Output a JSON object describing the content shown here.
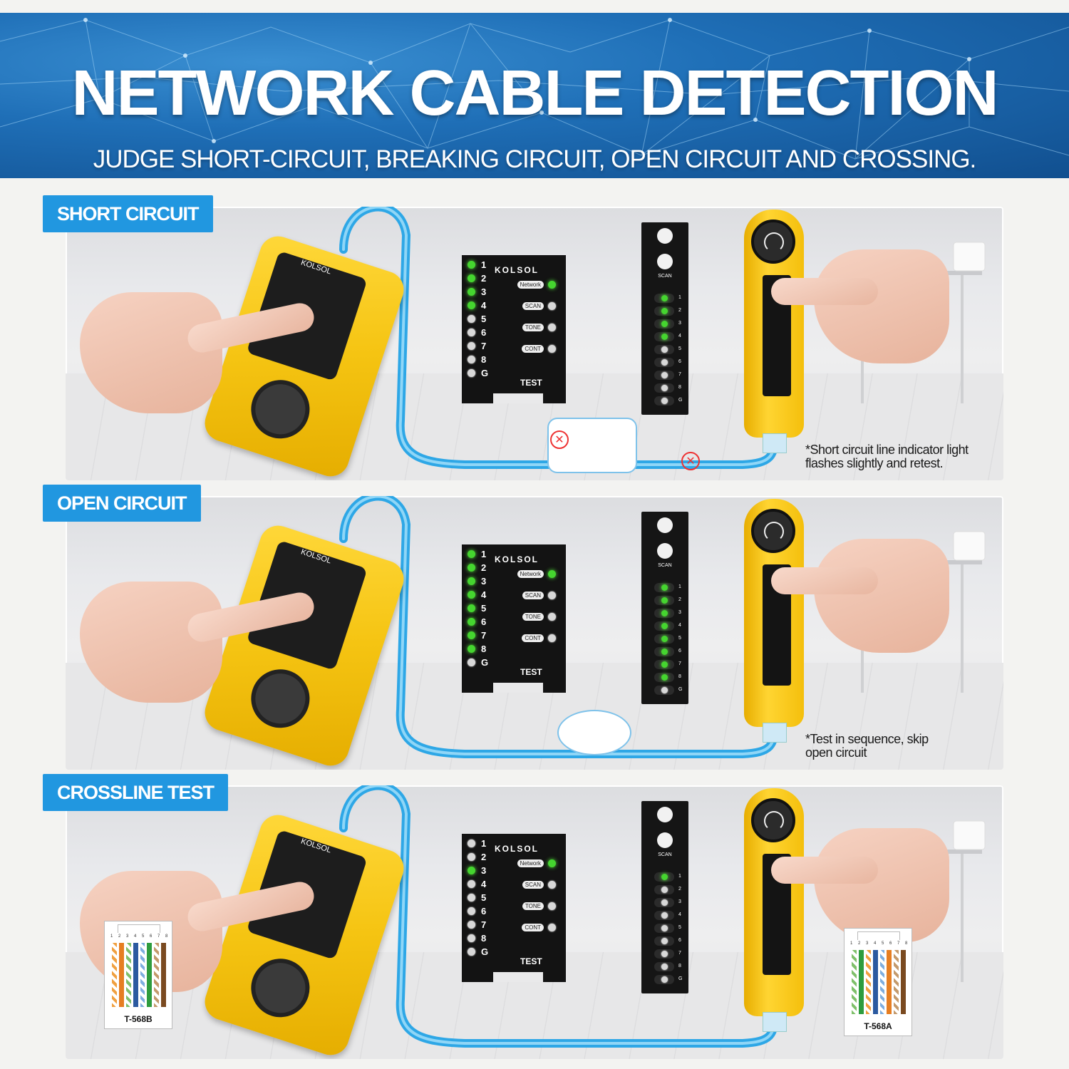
{
  "header": {
    "title": "NETWORK CABLE DETECTION",
    "subtitle": "JUDGE SHORT-CIRCUIT, BREAKING CIRCUIT, OPEN CIRCUIT AND CROSSING."
  },
  "colors": {
    "header_blue": "#1f6fb7",
    "tag_blue": "#2197e0",
    "tester_yellow": "#f5c412",
    "led_green": "#45d52f"
  },
  "device": {
    "brand": "KOLSOL",
    "pins": [
      "1",
      "2",
      "3",
      "4",
      "5",
      "6",
      "7",
      "8",
      "G"
    ],
    "functions": [
      "Network",
      "SCAN",
      "TONE",
      "CONT"
    ],
    "test_label": "TEST",
    "scan_label": "SCAN"
  },
  "panels": [
    {
      "tag": "SHORT CIRCUIT",
      "note_line1": "*Short circuit line indicator light",
      "note_line2": "flashes slightly and retest.",
      "center_leds": [
        true,
        true,
        true,
        true,
        false,
        false,
        false,
        false,
        false
      ],
      "strip_leds": [
        true,
        true,
        true,
        true,
        false,
        false,
        false,
        false,
        false
      ]
    },
    {
      "tag": "OPEN CIRCUIT",
      "note_line1": "*Test in sequence, skip",
      "note_line2": "open circuit",
      "center_leds": [
        true,
        true,
        true,
        true,
        true,
        true,
        true,
        true,
        false
      ],
      "strip_leds": [
        true,
        true,
        true,
        true,
        true,
        true,
        true,
        true,
        false
      ]
    },
    {
      "tag": "CROSSLINE TEST",
      "note_line1": "",
      "note_line2": "",
      "center_leds": [
        false,
        false,
        true,
        false,
        false,
        false,
        false,
        false,
        false
      ],
      "strip_leds": [
        true,
        false,
        false,
        false,
        false,
        false,
        false,
        false,
        false
      ],
      "jack_left": "T-568B",
      "jack_right": "T-568A",
      "jack_pins": "1 2 3 4 5 6 7 8"
    }
  ]
}
